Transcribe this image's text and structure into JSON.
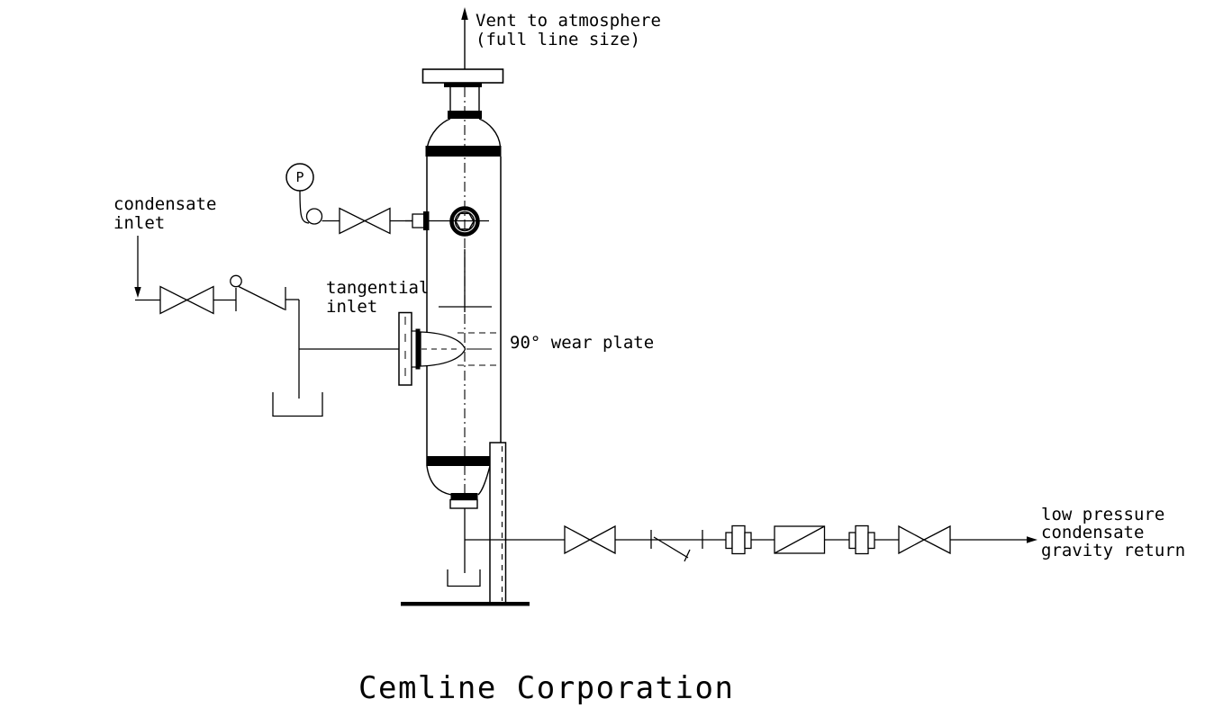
{
  "colors": {
    "line": "#000000",
    "background": "#ffffff"
  },
  "labels": {
    "vent": {
      "line1": "Vent to atmosphere",
      "line2": "(full line size)"
    },
    "condensate_inlet": {
      "line1": "condensate",
      "line2": "inlet"
    },
    "tangential_inlet": {
      "line1": "tangential",
      "line2": "inlet"
    },
    "wear_plate": "90° wear plate",
    "gravity_return": {
      "line1": "low pressure",
      "line2": "condensate",
      "line3": "gravity return"
    },
    "gauge_letter": "P",
    "title": "Cemline Corporation"
  },
  "symbols": [
    "flash-tank-vessel",
    "vent-arrow",
    "pressure-gauge",
    "pigtail-siphon",
    "gauge-isolation-gate-valve",
    "inlet-flow-arrow",
    "inlet-gate-valve",
    "inlet-swing-check-valve",
    "inlet-drip-leg",
    "inlet-seal-pot",
    "tangential-inlet-flange",
    "tangential-inlet-nozzle",
    "wear-plate-hidden-lines",
    "sight-port-plug",
    "bottom-drain-seal-pot",
    "support-column",
    "ground-line",
    "return-gate-valve-1",
    "return-swing-check-valve",
    "pipe-union-1",
    "strainer",
    "pipe-union-2",
    "return-gate-valve-2",
    "return-flow-arrow"
  ]
}
